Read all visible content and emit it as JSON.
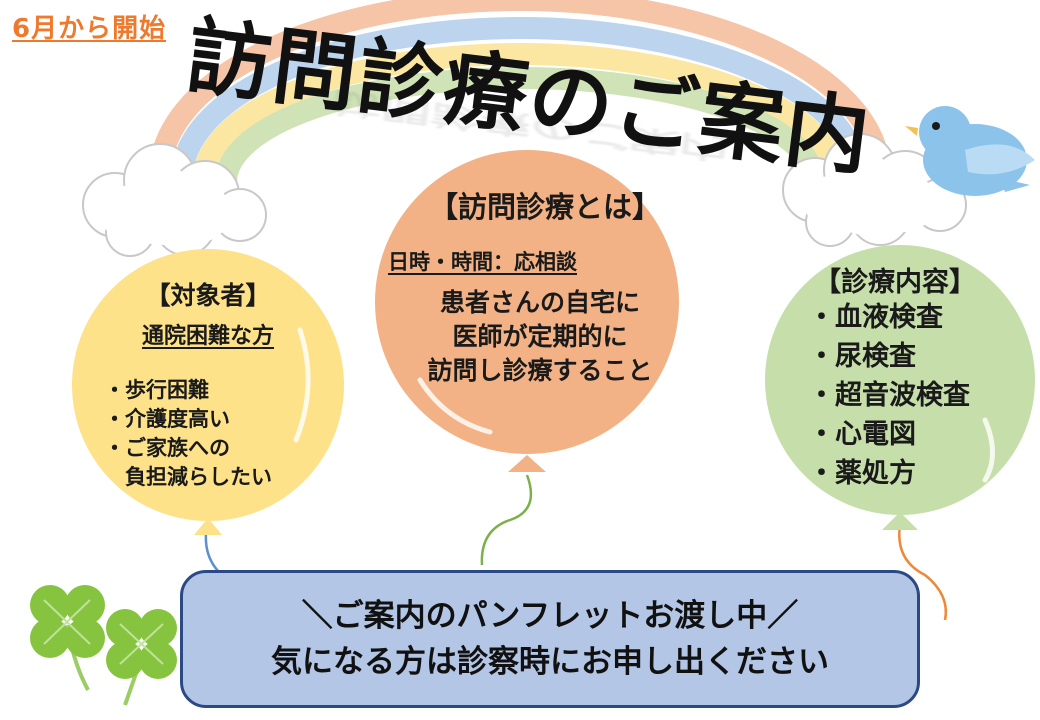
{
  "badge": "6月から開始",
  "title": "訪問診療のご案内",
  "left_balloon": {
    "heading": "【対象者】",
    "subheading": "通院困難な方",
    "items": [
      "・歩行困難",
      "・介護度高い",
      "・ご家族への",
      "　負担減らしたい"
    ]
  },
  "center_balloon": {
    "heading": "【訪問診療とは】",
    "subheading": "日時・時間：応相談",
    "body": [
      "患者さんの自宅に",
      "医師が定期的に",
      "訪問し診療すること"
    ]
  },
  "right_balloon": {
    "heading": "【診療内容】",
    "items": [
      "・血液検査",
      "・尿検査",
      "・超音波検査",
      "・心電図",
      "・薬処方"
    ]
  },
  "notice": {
    "line1": "＼ご案内のパンフレットお渡し中／",
    "line2": "気になる方は診察時にお申し出ください"
  },
  "colors": {
    "badge": "#ee7a2e",
    "left_balloon": "#fde28a",
    "center_balloon": "#f2b286",
    "right_balloon": "#c6dfaa",
    "notice_fill": "#b3c6e6",
    "notice_border": "#2b4a85",
    "bird": "#8cc3ea"
  },
  "icons": [
    "rainbow-icon",
    "cloud-icon",
    "bird-icon",
    "clover-icon",
    "balloon-icon"
  ]
}
